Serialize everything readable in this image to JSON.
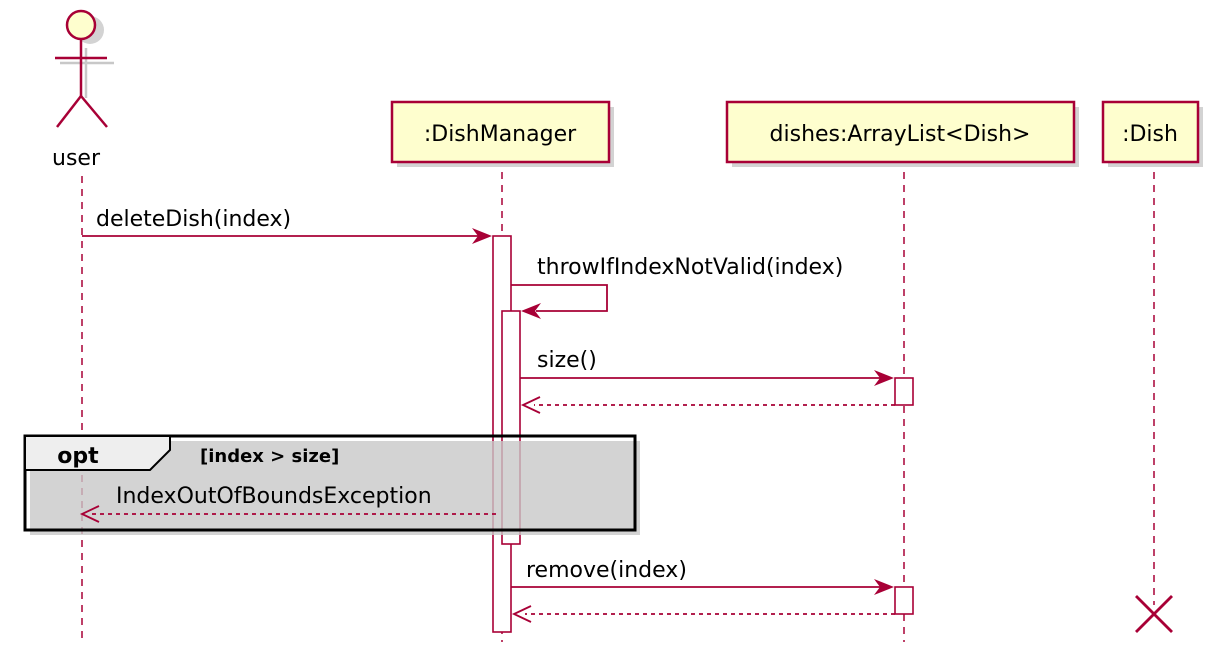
{
  "participants": {
    "user": {
      "label": "user",
      "kind": "actor"
    },
    "dish_manager": {
      "label": ":DishManager"
    },
    "dishes": {
      "label": "dishes:ArrayList<Dish>"
    },
    "dish": {
      "label": ":Dish"
    }
  },
  "messages": {
    "m1": "deleteDish(index)",
    "m2": "throwIfIndexNotValid(index)",
    "m3": "size()",
    "m4": "IndexOutOfBoundsException",
    "m5": "remove(index)"
  },
  "frame": {
    "operator": "opt",
    "guard": "[index > size]"
  },
  "colors": {
    "line": "#A80036",
    "participant_fill": "#FEFECE",
    "frame_tab_fill": "#EEEEEE"
  }
}
